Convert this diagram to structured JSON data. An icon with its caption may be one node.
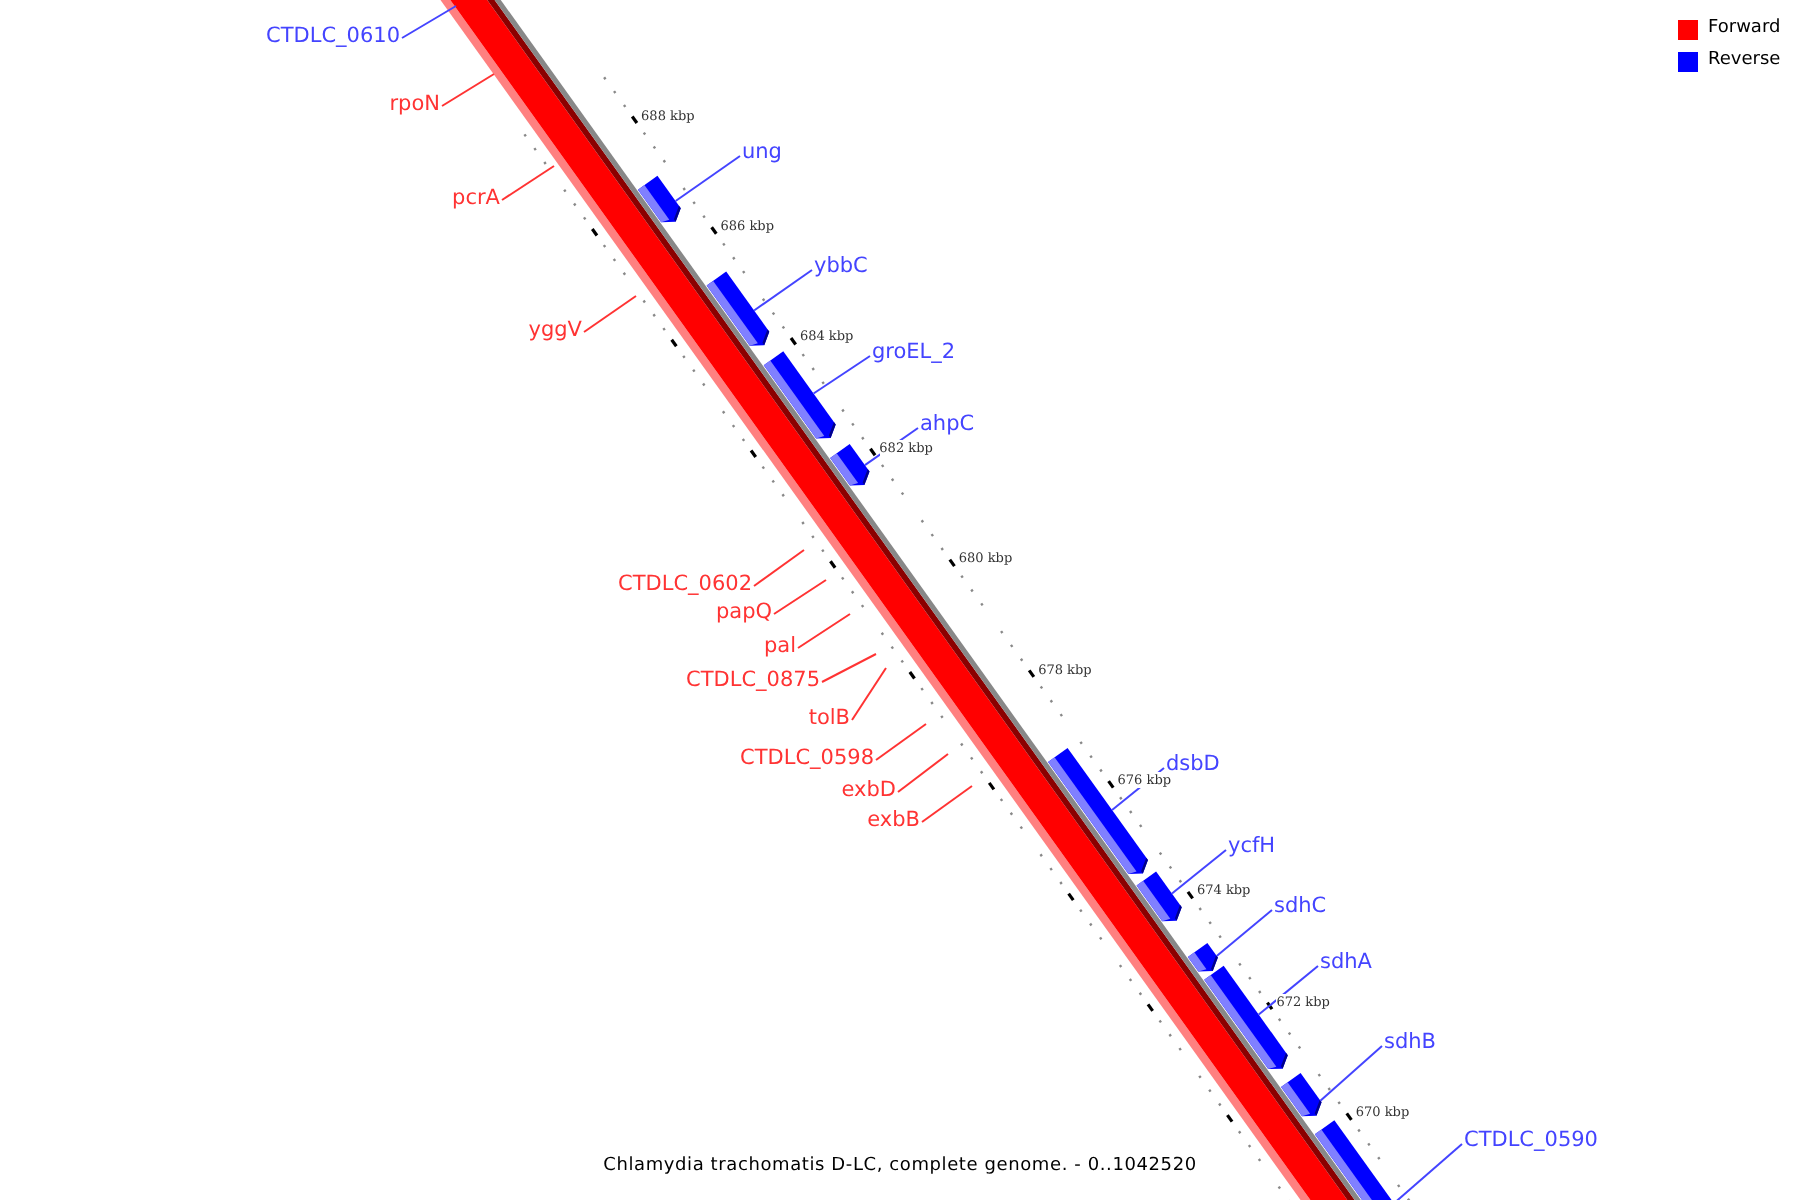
{
  "diagram": {
    "caption": "Chlamydia trachomatis D-LC, complete genome. - 0..1042520",
    "nodes": [
      {
        "text": [
          "CTDLC_0610"
        ]
      },
      {
        "text": [
          "rpoN"
        ]
      },
      {
        "text": [
          "ung"
        ]
      },
      {
        "text": [
          "pcrA"
        ]
      },
      {
        "text": [
          "ybbC"
        ]
      },
      {
        "text": [
          "yggV"
        ]
      },
      {
        "text": [
          "groEL_2"
        ]
      },
      {
        "text": [
          "ahpC"
        ]
      },
      {
        "text": [
          "CTDLC_0602"
        ]
      },
      {
        "text": [
          "papQ"
        ]
      },
      {
        "text": [
          "pal"
        ]
      },
      {
        "text": [
          "CTDLC_0875"
        ]
      },
      {
        "text": [
          "tolB"
        ]
      },
      {
        "text": [
          "CTDLC_0598"
        ]
      },
      {
        "text": [
          "dsbD"
        ]
      },
      {
        "text": [
          "exbD"
        ]
      },
      {
        "text": [
          "exbB"
        ]
      },
      {
        "text": [
          "ycfH"
        ]
      },
      {
        "text": [
          "sdhC"
        ]
      },
      {
        "text": [
          "sdhA"
        ]
      },
      {
        "text": [
          "sdhB"
        ]
      },
      {
        "text": [
          "CTDLC_0590"
        ]
      },
      {
        "text": [],
        "shape": "bar"
      },
      {
        "text": [],
        "shape": "bar"
      },
      {
        "text": [],
        "shape": "bar"
      },
      {
        "text": [],
        "shape": "bar"
      },
      {
        "text": [],
        "shape": "bar"
      },
      {
        "text": [],
        "shape": "bar"
      },
      {
        "text": [],
        "shape": "bar"
      },
      {
        "text": [],
        "shape": "bar"
      },
      {
        "text": [],
        "shape": "bar"
      },
      {
        "text": [],
        "shape": "bar"
      }
    ],
    "edges": [
      {
        "from": 0,
        "to": null,
        "arrow": "none",
        "color": "#4444ff"
      },
      {
        "from": 1,
        "to": null,
        "arrow": "none",
        "color": "#ff3333"
      },
      {
        "from": 2,
        "to": 22,
        "arrow": "none",
        "color": "#4444ff"
      },
      {
        "from": 3,
        "to": null,
        "arrow": "none",
        "color": "#ff3333"
      },
      {
        "from": 4,
        "to": 23,
        "arrow": "none",
        "color": "#4444ff"
      },
      {
        "from": 5,
        "to": null,
        "arrow": "none",
        "color": "#ff3333"
      },
      {
        "from": 6,
        "to": 24,
        "arrow": "none",
        "color": "#4444ff"
      },
      {
        "from": 7,
        "to": 25,
        "arrow": "none",
        "color": "#4444ff"
      },
      {
        "from": 8,
        "to": null,
        "arrow": "none",
        "color": "#ff3333"
      },
      {
        "from": 9,
        "to": null,
        "arrow": "none",
        "color": "#ff3333"
      },
      {
        "from": 10,
        "to": null,
        "arrow": "none",
        "color": "#ff3333"
      },
      {
        "from": 11,
        "to": null,
        "arrow": "none",
        "color": "#ff3333"
      },
      {
        "from": 12,
        "to": null,
        "arrow": "none",
        "color": "#ff3333"
      },
      {
        "from": 13,
        "to": null,
        "arrow": "none",
        "color": "#ff3333"
      },
      {
        "from": 14,
        "to": 26,
        "arrow": "none",
        "color": "#4444ff"
      },
      {
        "from": 15,
        "to": null,
        "arrow": "none",
        "color": "#ff3333"
      },
      {
        "from": 16,
        "to": null,
        "arrow": "none",
        "color": "#ff3333"
      },
      {
        "from": 17,
        "to": 27,
        "arrow": "none",
        "color": "#4444ff"
      },
      {
        "from": 18,
        "to": 28,
        "arrow": "none",
        "color": "#4444ff"
      },
      {
        "from": 19,
        "to": 29,
        "arrow": "none",
        "color": "#4444ff"
      },
      {
        "from": 20,
        "to": 30,
        "arrow": "none",
        "color": "#4444ff"
      },
      {
        "from": 21,
        "to": 31,
        "arrow": "none",
        "color": "#4444ff"
      }
    ],
    "labels": [
      "688 kbp",
      "686 kbp",
      "684 kbp",
      "682 kbp",
      "680 kbp",
      "678 kbp",
      "676 kbp",
      "674 kbp",
      "672 kbp",
      "670 kbp"
    ],
    "legend": [
      {
        "text": "Forward",
        "color": "#ff0000"
      },
      {
        "text": "Reverse",
        "color": "#0000ff"
      }
    ]
  }
}
